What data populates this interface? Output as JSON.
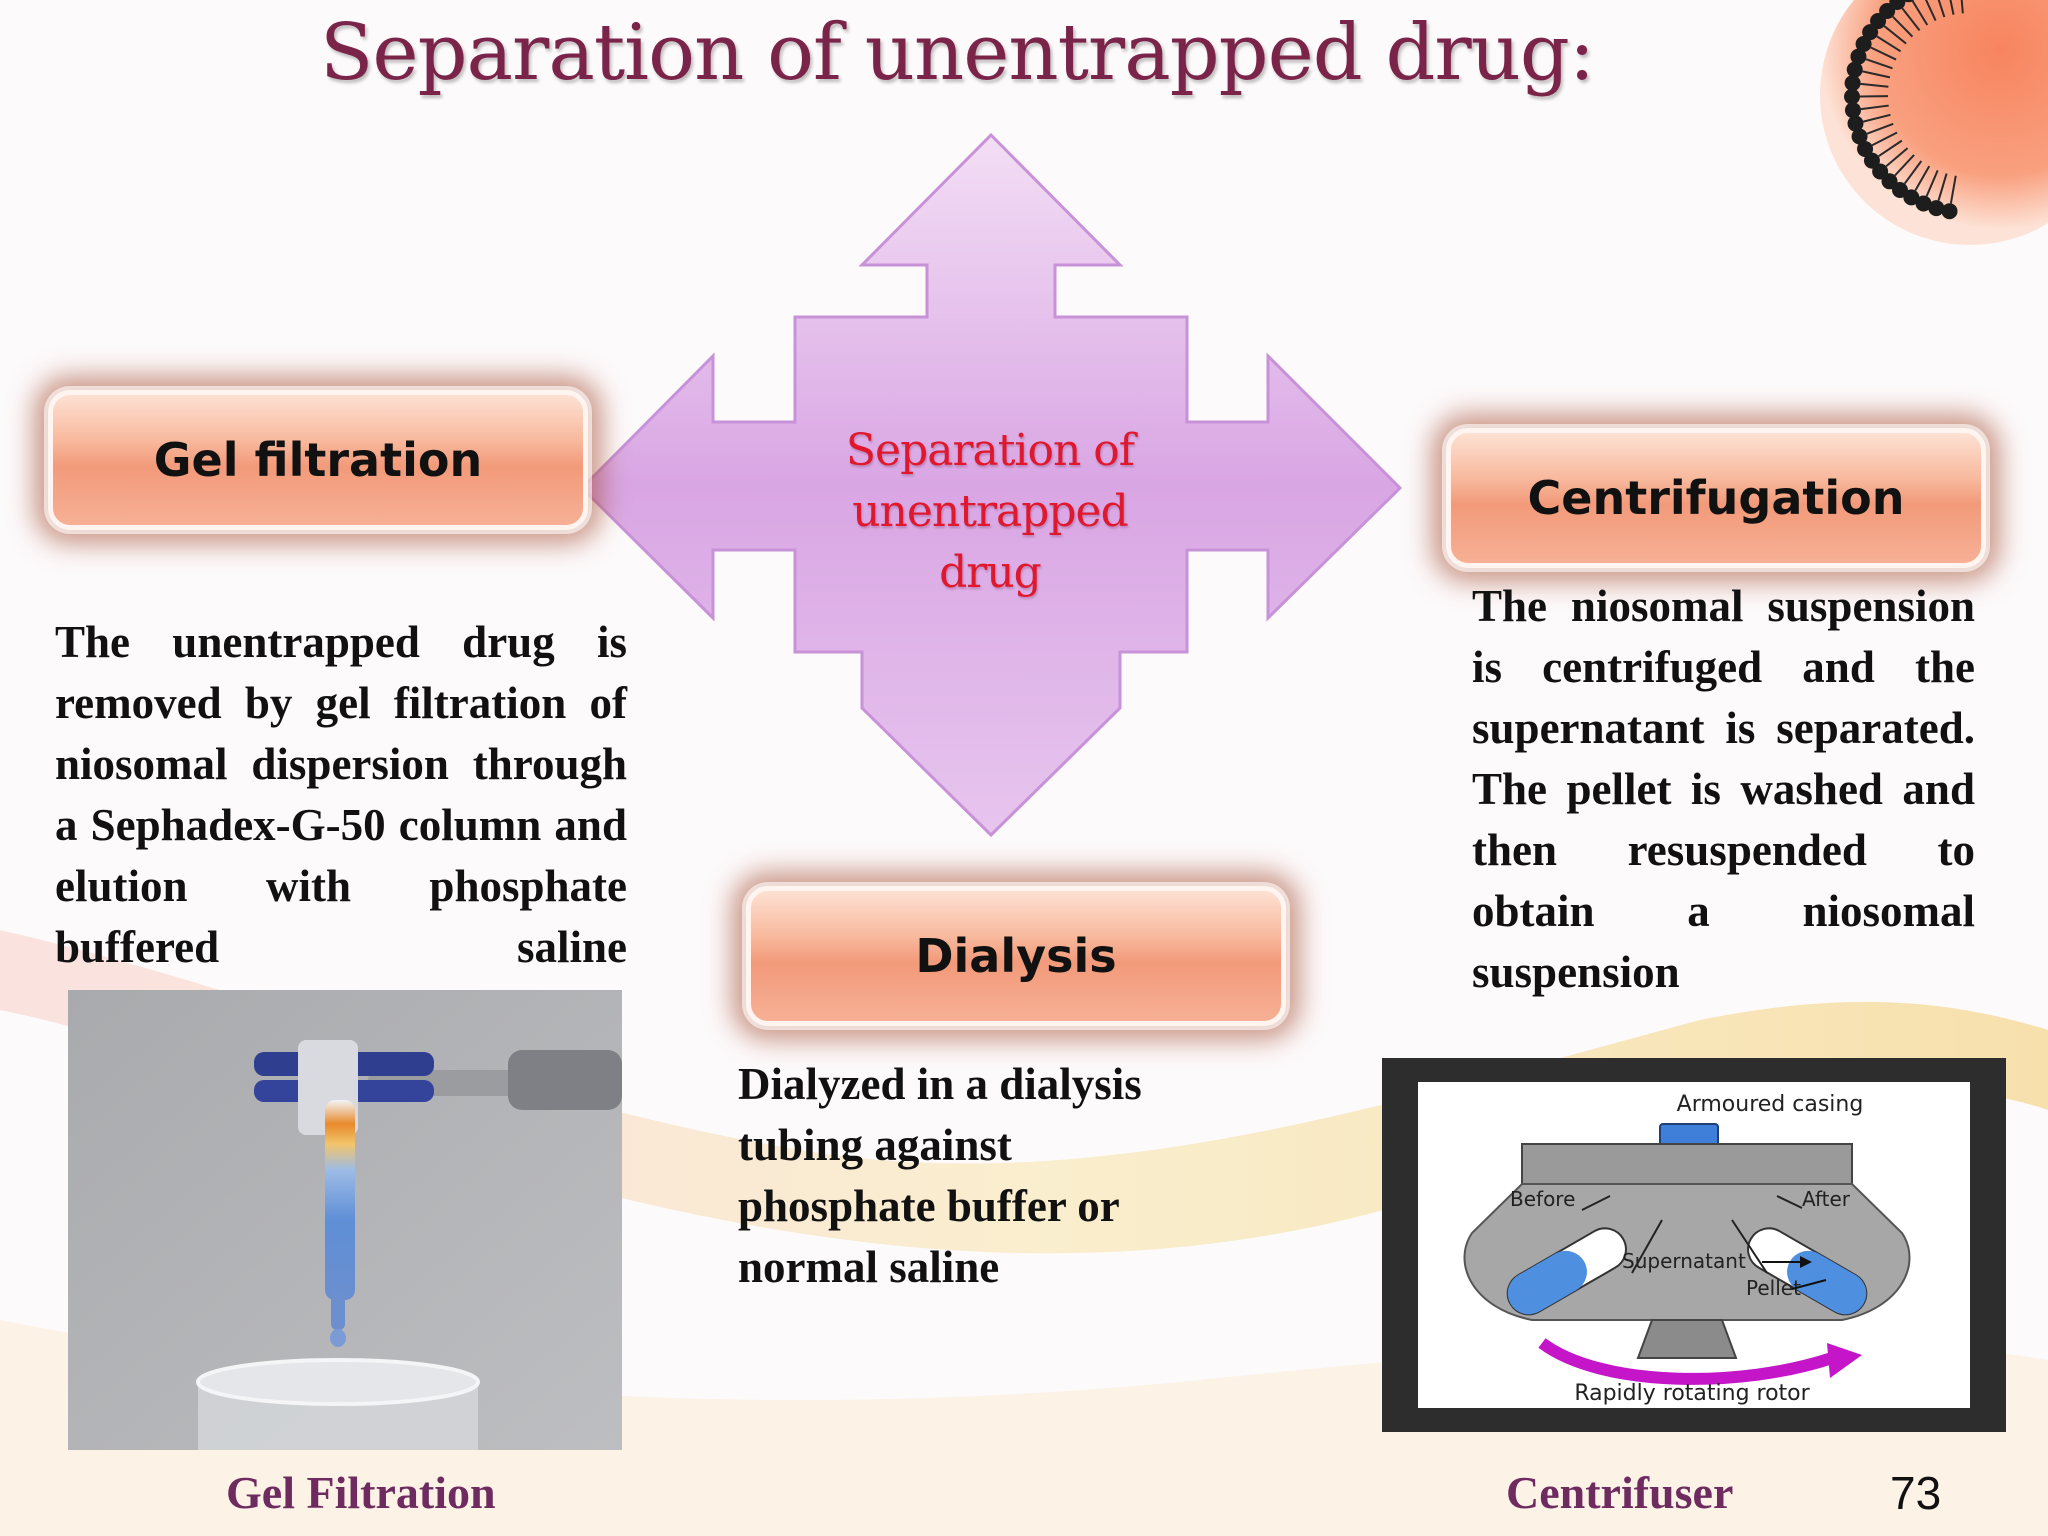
{
  "slide": {
    "title": "Separation of unentrapped drug:",
    "center_label": "Separation of unentrapped drug",
    "page_number": "73"
  },
  "methods": {
    "gel": {
      "label": "Gel filtration",
      "description": "The unentrapped drug is removed by gel filtration of niosomal dispersion through a Sephadex-G-50 column and elution with phosphate buffered saline",
      "caption": "Gel Filtration"
    },
    "dialysis": {
      "label": "Dialysis",
      "description": "Dialyzed in a dialysis tubing against phosphate buffer or normal saline"
    },
    "centrifugation": {
      "label": "Centrifugation",
      "description": "The niosomal suspension is centrifuged and the supernatant is separated. The pellet is washed and then resuspended to obtain a niosomal suspension",
      "caption": "Centrifuser"
    }
  },
  "centrifuge_diagram": {
    "armoured_casing": "Armoured casing",
    "before": "Before",
    "after": "After",
    "supernatant": "Supernatant",
    "pellet": "Pellet",
    "rotor": "Rapidly rotating rotor"
  },
  "colors": {
    "title": "#7b2449",
    "center_label": "#e0182d",
    "arrow_fill": "#dcaee8",
    "pill": "#f29a7a",
    "caption": "#6e2b60"
  }
}
